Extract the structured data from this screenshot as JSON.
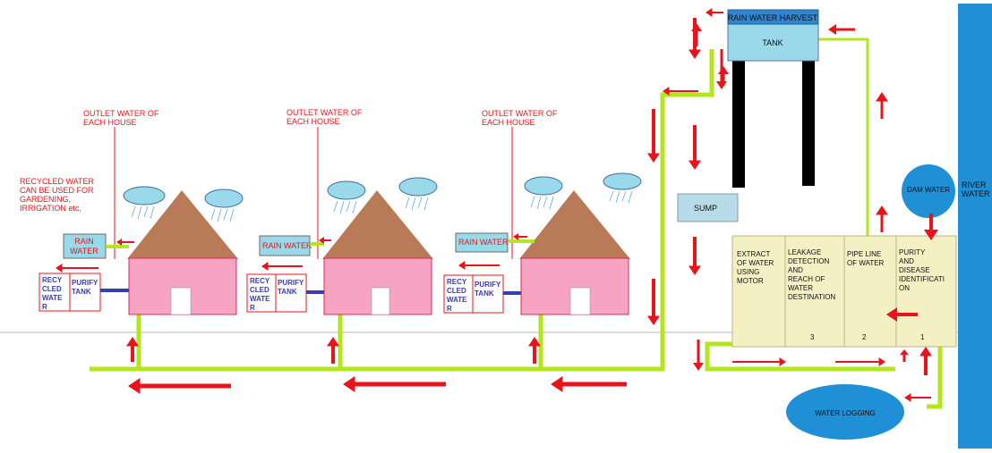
{
  "labels": {
    "outlet": [
      "OUTLET WATER OF",
      "EACH HOUSE"
    ],
    "recycled_note": [
      "RECYCLED WATER",
      "CAN BE USED FOR",
      "GARDENING,",
      "IRRIGATION etc,"
    ],
    "rain_water_box1": [
      "RAIN",
      "WATER"
    ],
    "rain_water": "RAIN WATER",
    "recycled_box": [
      "RECY",
      "CLED",
      "WATE",
      "R"
    ],
    "purify_tank": [
      "PURIFY",
      "TANK"
    ],
    "rain_water_harvest": "RAIN WATER HARVEST",
    "tank": "TANK",
    "sump": "SUMP",
    "dam_water": "DAM WATER",
    "river_water": [
      "RIVER",
      "WATER"
    ],
    "water_logging": "WATER LOGGING",
    "treatment_sections": [
      {
        "lines": [
          "EXTRACT",
          "OF WATER",
          "USING",
          "MOTOR"
        ],
        "number": ""
      },
      {
        "lines": [
          "LEAKAGE",
          "DETECTION",
          "AND",
          "REACH OF",
          "WATER",
          "DESTINATION"
        ],
        "number": "3"
      },
      {
        "lines": [
          "PIPE LINE",
          "OF WATER"
        ],
        "number": "2"
      },
      {
        "lines": [
          "PURITY",
          "AND",
          "DISEASE",
          "IDENTIFICATI",
          "ON"
        ],
        "number": "1"
      }
    ]
  },
  "colors": {
    "river": "#1f8fd6",
    "pipe": "#b5e61d",
    "arrow": "#e8141b",
    "label_red": "#e8141b",
    "label_blue": "#3b3bb0",
    "house_wall": "#f7a3c4",
    "roof": "#b97a57",
    "cloud": "#99d9ea",
    "treatment_box": "#f3f0c3",
    "sump": "#b7dbe8",
    "pond": "#1f8fd6"
  }
}
